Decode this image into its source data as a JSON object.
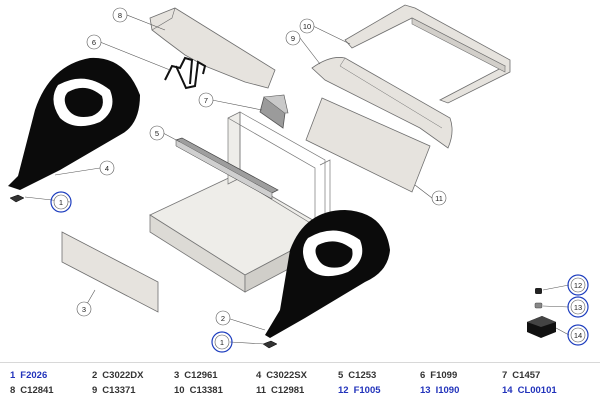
{
  "diagram": {
    "callouts": [
      "1",
      "2",
      "3",
      "4",
      "5",
      "6",
      "7",
      "8",
      "9",
      "10",
      "11",
      "12",
      "13",
      "14"
    ]
  },
  "legend": {
    "row1": [
      {
        "num": "1",
        "code": "F2026",
        "highlight": true
      },
      {
        "num": "2",
        "code": "C3022DX",
        "highlight": false
      },
      {
        "num": "3",
        "code": "C12961",
        "highlight": false
      },
      {
        "num": "4",
        "code": "C3022SX",
        "highlight": false
      },
      {
        "num": "5",
        "code": "C1253",
        "highlight": false
      },
      {
        "num": "6",
        "code": "F1099",
        "highlight": false
      },
      {
        "num": "7",
        "code": "C1457",
        "highlight": false
      }
    ],
    "row2": [
      {
        "num": "8",
        "code": "C12841",
        "highlight": false
      },
      {
        "num": "9",
        "code": "C13371",
        "highlight": false
      },
      {
        "num": "10",
        "code": "C13381",
        "highlight": false
      },
      {
        "num": "11",
        "code": "C12981",
        "highlight": false
      },
      {
        "num": "12",
        "code": "F1005",
        "highlight": true
      },
      {
        "num": "13",
        "code": "I1090",
        "highlight": true
      },
      {
        "num": "14",
        "code": "CL00101",
        "highlight": true
      }
    ]
  },
  "colors": {
    "panel_fill": "#e6e3de",
    "panel_stroke": "#6f6f6f",
    "black_part": "#0b0b0b",
    "highlight": "#2233bb"
  }
}
